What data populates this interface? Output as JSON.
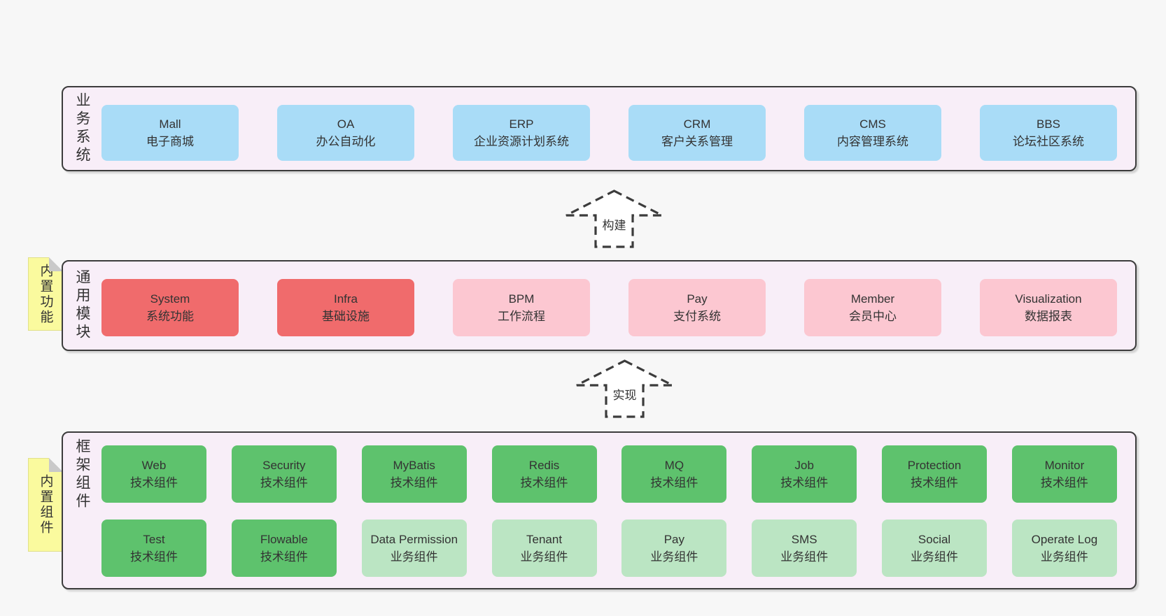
{
  "colors": {
    "page_bg": "#f7f7f7",
    "container_bg": "#f8eef8",
    "container_border": "#3c3c3c",
    "blue": "#a9dcf7",
    "red": "#f06b6c",
    "pink": "#fcc7d1",
    "green": "#5ec26d",
    "lightgreen": "#bbe5c3",
    "note_bg": "#fafa9e",
    "text": "#333333"
  },
  "arrows": [
    {
      "label": "构建"
    },
    {
      "label": "实现"
    }
  ],
  "layers": [
    {
      "label": "业务系统",
      "note": null,
      "rows": [
        [
          {
            "name": "Mall",
            "desc": "电子商城",
            "color": "blue"
          },
          {
            "name": "OA",
            "desc": "办公自动化",
            "color": "blue"
          },
          {
            "name": "ERP",
            "desc": "企业资源计划系统",
            "color": "blue"
          },
          {
            "name": "CRM",
            "desc": "客户关系管理",
            "color": "blue"
          },
          {
            "name": "CMS",
            "desc": "内容管理系统",
            "color": "blue"
          },
          {
            "name": "BBS",
            "desc": "论坛社区系统",
            "color": "blue"
          }
        ]
      ]
    },
    {
      "label": "通用模块",
      "note": "内置功能",
      "rows": [
        [
          {
            "name": "System",
            "desc": "系统功能",
            "color": "red"
          },
          {
            "name": "Infra",
            "desc": "基础设施",
            "color": "red"
          },
          {
            "name": "BPM",
            "desc": "工作流程",
            "color": "pink"
          },
          {
            "name": "Pay",
            "desc": "支付系统",
            "color": "pink"
          },
          {
            "name": "Member",
            "desc": "会员中心",
            "color": "pink"
          },
          {
            "name": "Visualization",
            "desc": "数据报表",
            "color": "pink"
          }
        ]
      ]
    },
    {
      "label": "框架组件",
      "note": "内置组件",
      "rows": [
        [
          {
            "name": "Web",
            "desc": "技术组件",
            "color": "green"
          },
          {
            "name": "Security",
            "desc": "技术组件",
            "color": "green"
          },
          {
            "name": "MyBatis",
            "desc": "技术组件",
            "color": "green"
          },
          {
            "name": "Redis",
            "desc": "技术组件",
            "color": "green"
          },
          {
            "name": "MQ",
            "desc": "技术组件",
            "color": "green"
          },
          {
            "name": "Job",
            "desc": "技术组件",
            "color": "green"
          },
          {
            "name": "Protection",
            "desc": "技术组件",
            "color": "green"
          },
          {
            "name": "Monitor",
            "desc": "技术组件",
            "color": "green"
          }
        ],
        [
          {
            "name": "Test",
            "desc": "技术组件",
            "color": "green"
          },
          {
            "name": "Flowable",
            "desc": "技术组件",
            "color": "green"
          },
          {
            "name": "Data Permission",
            "desc": "业务组件",
            "color": "lightgreen"
          },
          {
            "name": "Tenant",
            "desc": "业务组件",
            "color": "lightgreen"
          },
          {
            "name": "Pay",
            "desc": "业务组件",
            "color": "lightgreen"
          },
          {
            "name": "SMS",
            "desc": "业务组件",
            "color": "lightgreen"
          },
          {
            "name": "Social",
            "desc": "业务组件",
            "color": "lightgreen"
          },
          {
            "name": "Operate Log",
            "desc": "业务组件",
            "color": "lightgreen"
          }
        ]
      ]
    }
  ]
}
